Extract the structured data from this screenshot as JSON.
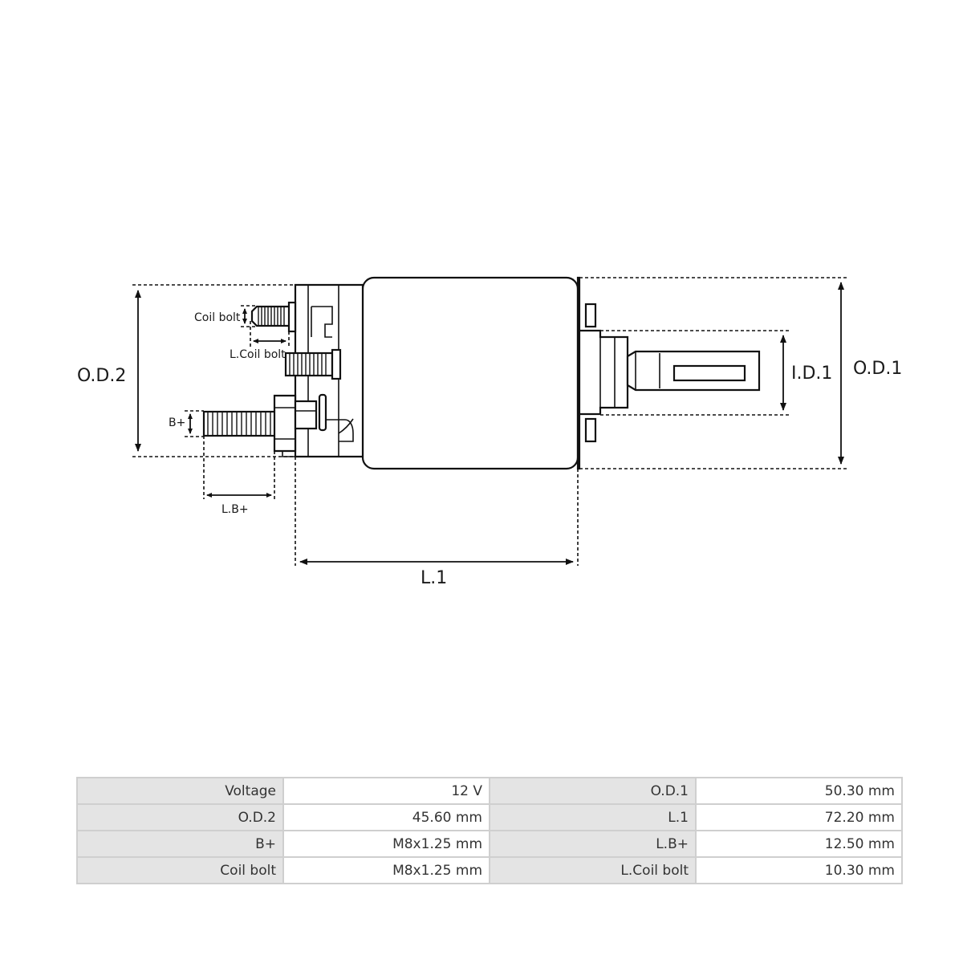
{
  "diagram": {
    "labels": {
      "od2": "O.D.2",
      "od1": "O.D.1",
      "id1": "I.D.1",
      "l1": "L.1",
      "coil_bolt": "Coil bolt",
      "l_coil_bolt": "L.Coil bolt",
      "b_plus": "B+",
      "l_b_plus": "L.B+"
    }
  },
  "specs": {
    "rows": [
      {
        "k1": "Voltage",
        "v1": "12 V",
        "k2": "O.D.1",
        "v2": "50.30 mm"
      },
      {
        "k1": "O.D.2",
        "v1": "45.60 mm",
        "k2": "L.1",
        "v2": "72.20 mm"
      },
      {
        "k1": "B+",
        "v1": "M8x1.25 mm",
        "k2": "L.B+",
        "v2": "12.50 mm"
      },
      {
        "k1": "Coil bolt",
        "v1": "M8x1.25 mm",
        "k2": "L.Coil bolt",
        "v2": "10.30 mm"
      }
    ]
  }
}
